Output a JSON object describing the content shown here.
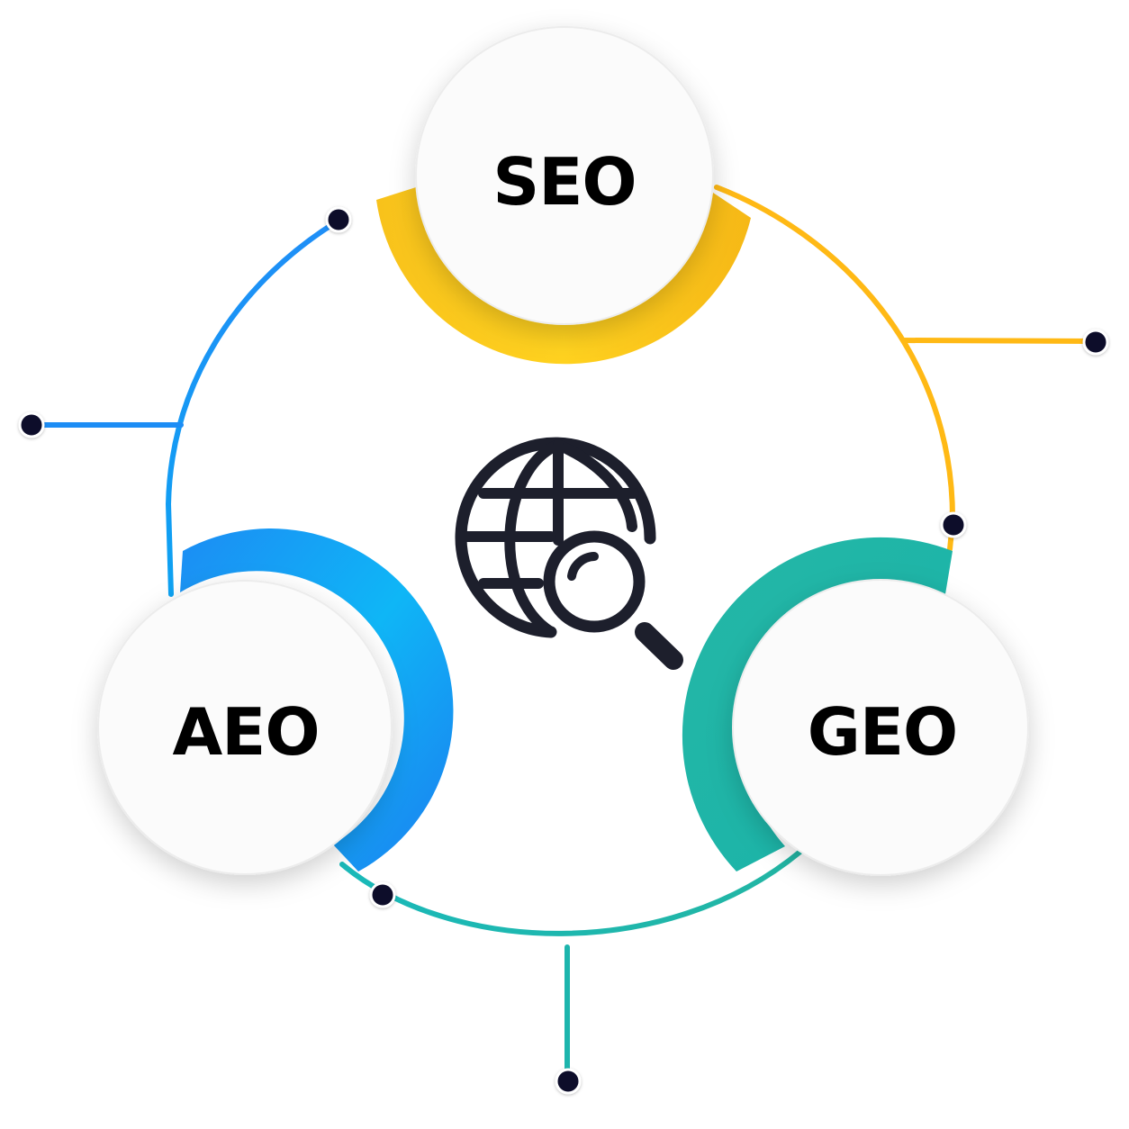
{
  "nodes": {
    "seo": {
      "label": "SEO",
      "color": "#ffc107"
    },
    "aeo": {
      "label": "AEO",
      "color": "#1e90f5"
    },
    "geo": {
      "label": "GEO",
      "color": "#1db5ad"
    }
  },
  "center_icon": "globe-search-icon",
  "colors": {
    "node_face": "#fbfbfb",
    "dot": "#0b0b2c",
    "label": "#000000",
    "icon": "#1d1f2c"
  }
}
